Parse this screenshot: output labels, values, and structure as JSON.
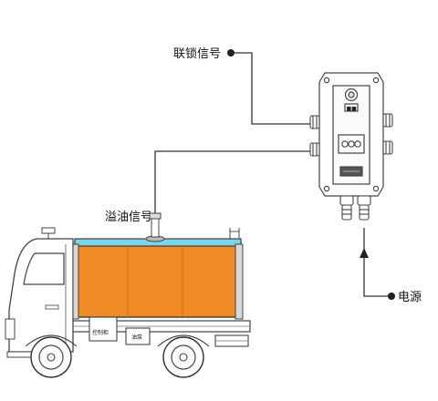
{
  "labels": {
    "interlock_signal": "联锁信号",
    "overflow_signal": "溢油信号",
    "power_supply": "电源"
  },
  "controller": {
    "badge_text": "■■"
  },
  "truck": {
    "cabinet_left_label": "控制柜",
    "cabinet_right_label": "油泵"
  },
  "colors": {
    "tank_fill": "#f08a24",
    "tank_top": "#7fd3e6",
    "line": "#333333",
    "accent": "#5b5b5b"
  }
}
